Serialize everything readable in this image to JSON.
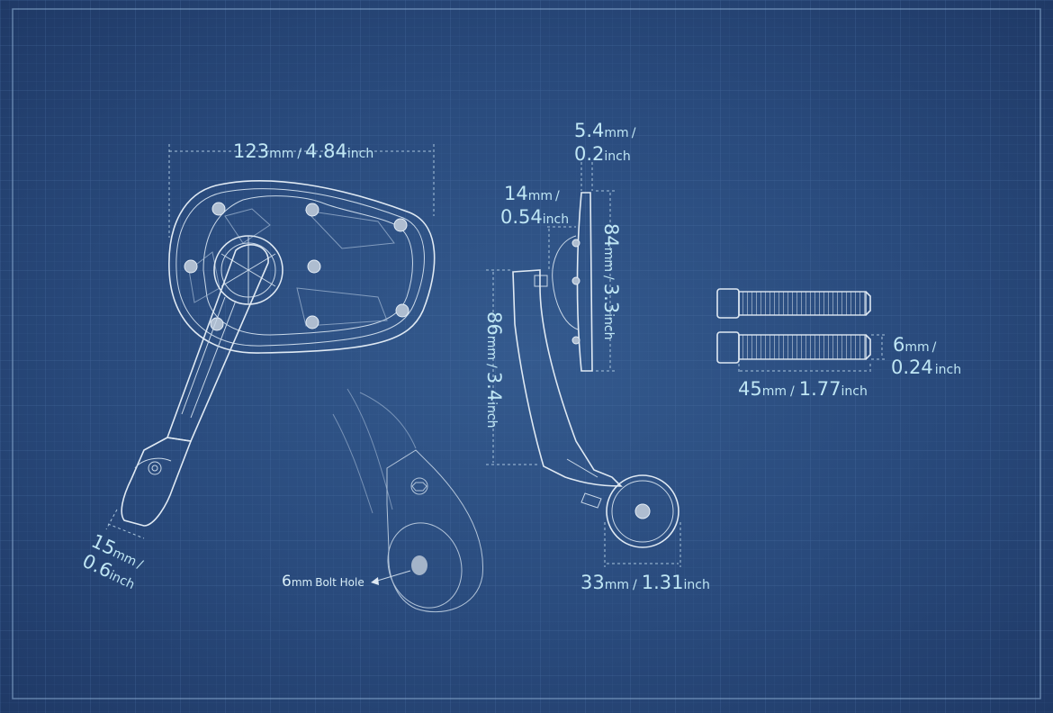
{
  "colors": {
    "background": "#294a7c",
    "grid": "#3f6396",
    "line": "#dfe9f3",
    "label": "#bfe6f4"
  },
  "dimensions": {
    "mirror_width": {
      "value_mm": "123",
      "mm": "mm",
      "sep": "/",
      "value_in": "4.84",
      "inch": "inch"
    },
    "arm_end": {
      "value_mm": "15",
      "mm": "mm",
      "sep": "/",
      "value_in": "0.6",
      "inch": "inch"
    },
    "mirror_thickness": {
      "value_mm": "5.4",
      "mm": "mm",
      "sep": "/",
      "value_in": "0.2",
      "inch": "inch"
    },
    "mount_depth": {
      "value_mm": "14",
      "mm": "mm",
      "sep": "/",
      "value_in": "0.54",
      "inch": "inch"
    },
    "mirror_height": {
      "value_mm": "84",
      "mm": "mm",
      "sep": "/",
      "value_in": "3.3",
      "inch": "inch"
    },
    "arm_height": {
      "value_mm": "86",
      "mm": "mm",
      "sep": "/",
      "value_in": "3.4",
      "inch": "inch"
    },
    "clamp_diameter": {
      "value_mm": "33",
      "mm": "mm",
      "sep": "/",
      "value_in": "1.31",
      "inch": "inch"
    },
    "bolt_diameter": {
      "value_mm": "6",
      "mm": "mm",
      "sep": "/",
      "value_in": "0.24",
      "inch": "inch"
    },
    "bolt_length": {
      "value_mm": "45",
      "mm": "mm",
      "sep": "/",
      "value_in": "1.77",
      "inch": "inch"
    }
  },
  "callouts": {
    "bolt_hole": {
      "value": "6",
      "unit": "mm",
      "text": "Bolt Hole"
    }
  }
}
